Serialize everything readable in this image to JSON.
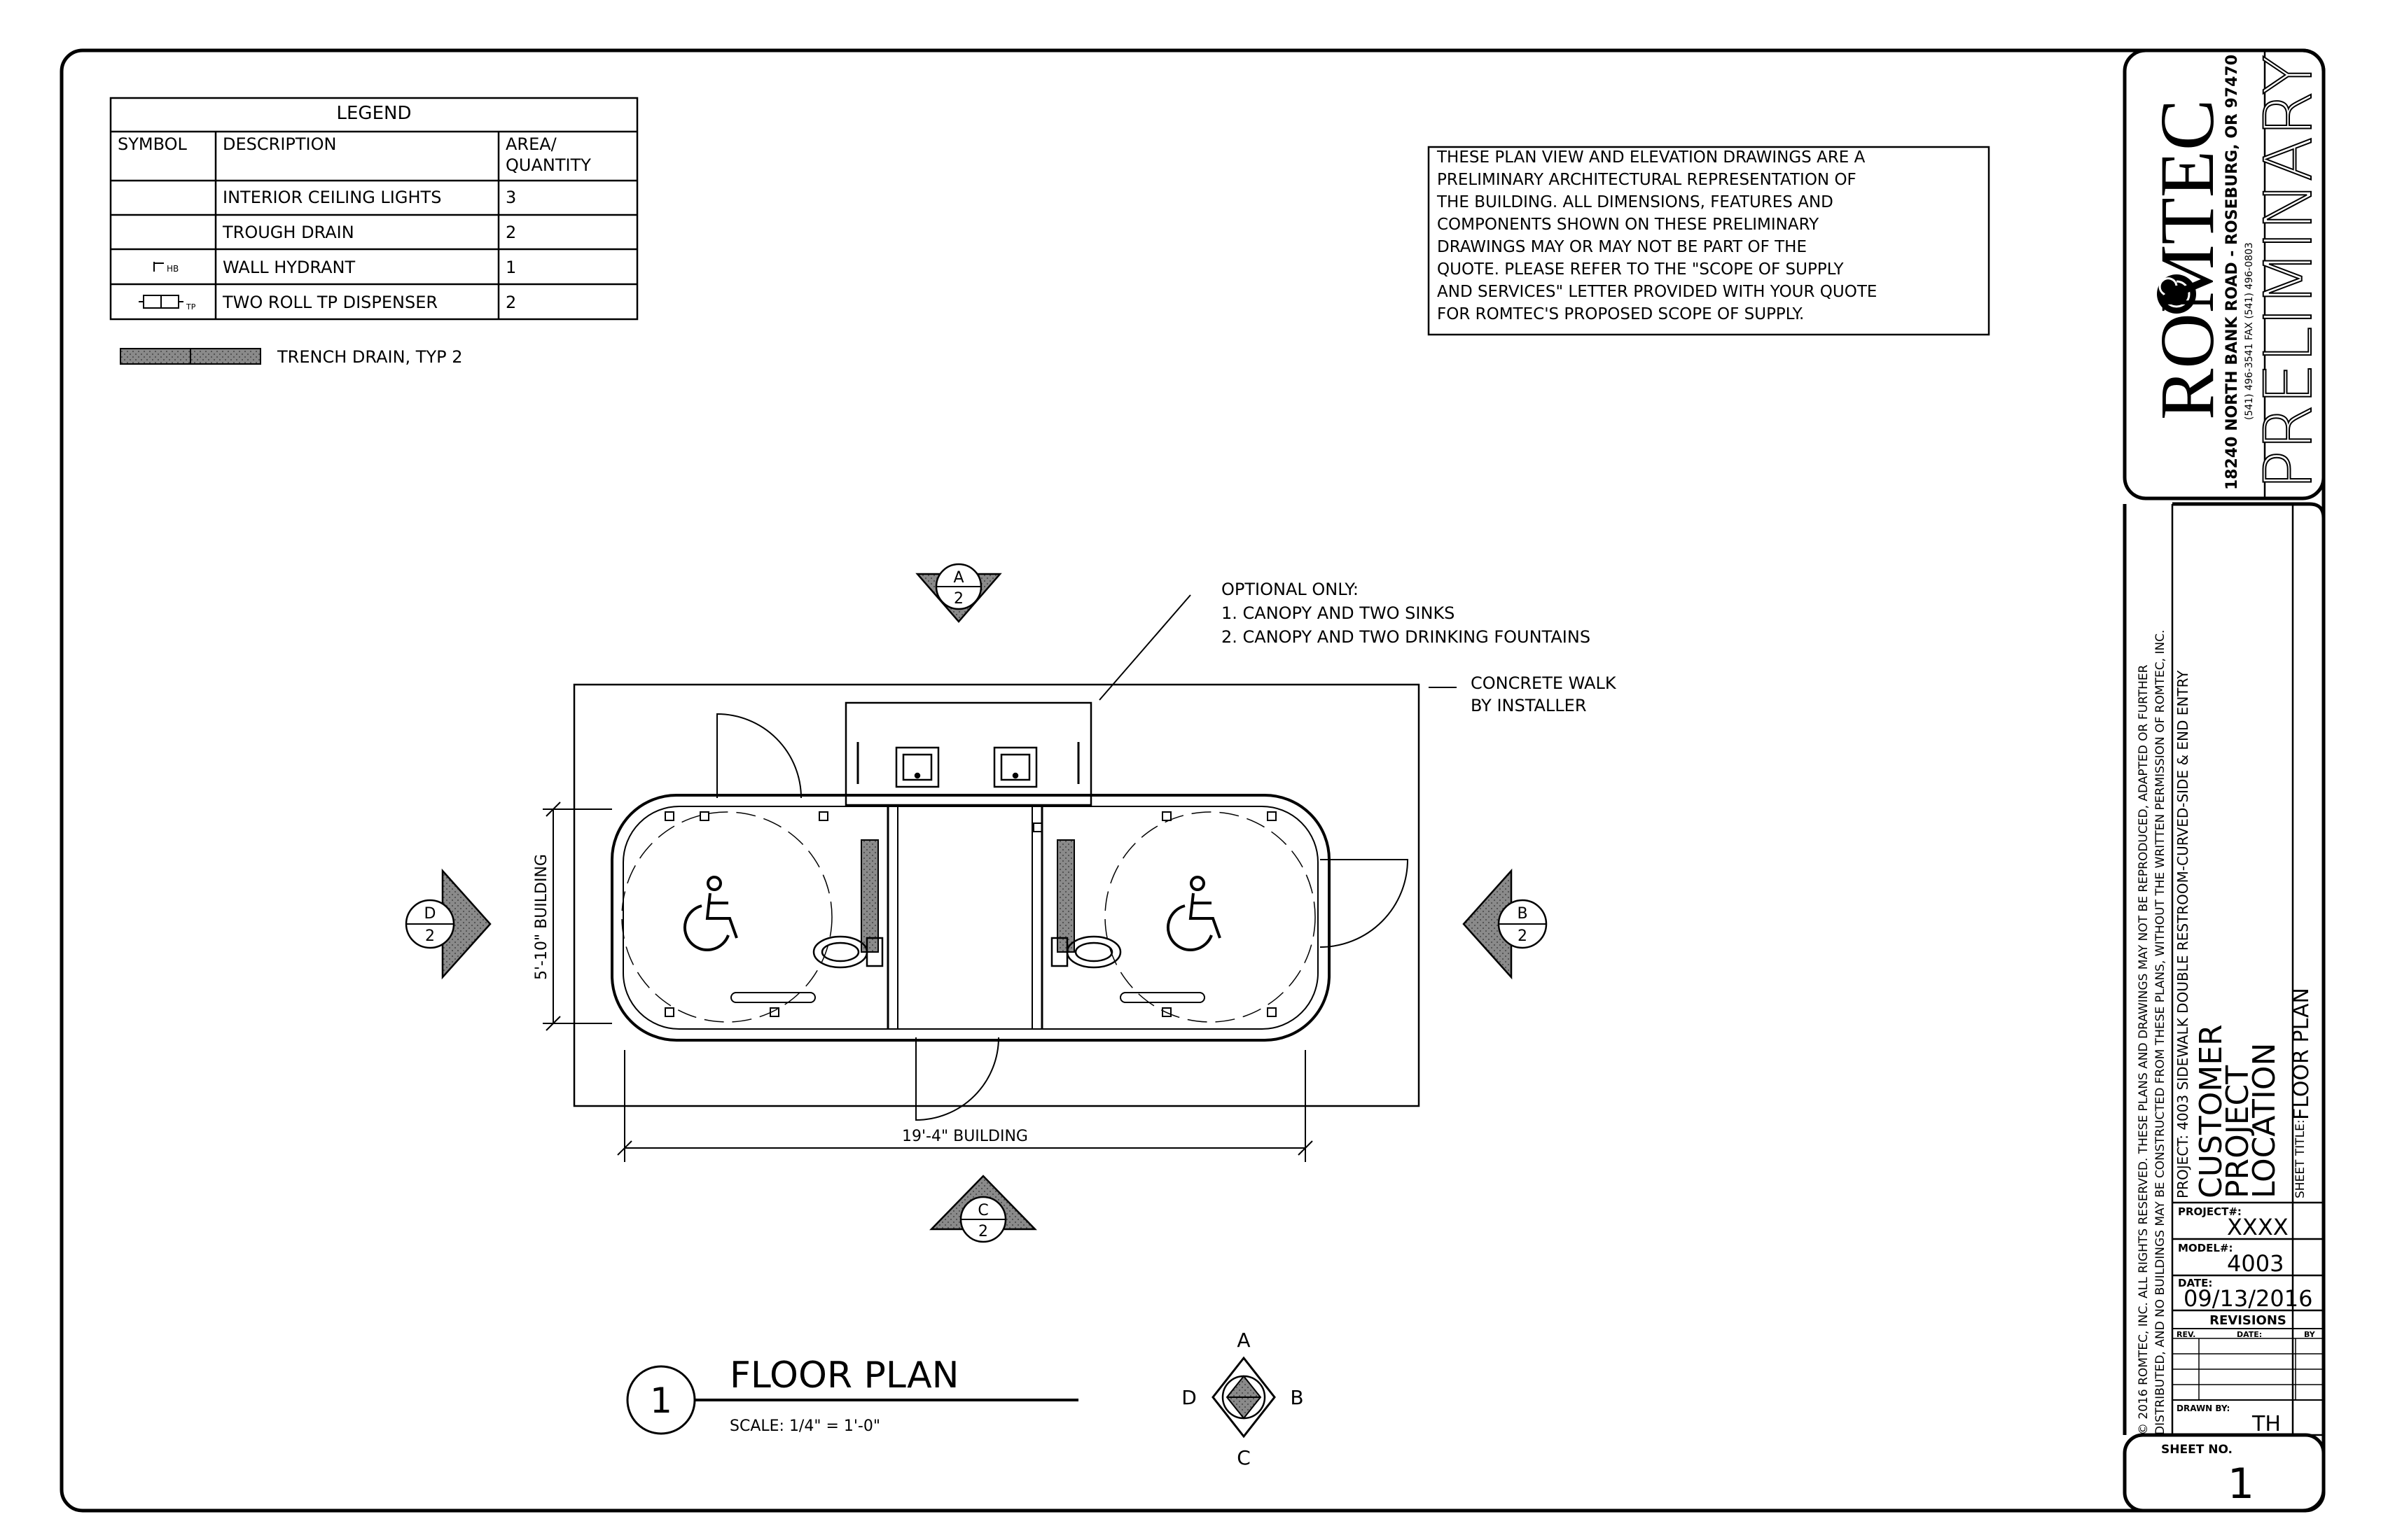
{
  "legend": {
    "title": "LEGEND",
    "headers": {
      "symbol": "SYMBOL",
      "description": "DESCRIPTION",
      "area1": "AREA/",
      "area2": "QUANTITY"
    },
    "rows": [
      {
        "symbol": "",
        "description": "INTERIOR CEILING LIGHTS",
        "qty": "3"
      },
      {
        "symbol": "",
        "description": "TROUGH DRAIN",
        "qty": "2"
      },
      {
        "symbol": "HB",
        "description": "WALL HYDRANT",
        "qty": "1"
      },
      {
        "symbol": "TP",
        "description": "TWO ROLL TP DISPENSER",
        "qty": "2"
      }
    ],
    "trench_label": "TRENCH DRAIN, TYP 2"
  },
  "disclaimer": [
    "THESE PLAN VIEW AND ELEVATION DRAWINGS ARE A",
    "PRELIMINARY ARCHITECTURAL REPRESENTATION OF",
    "THE BUILDING. ALL DIMENSIONS, FEATURES AND",
    "COMPONENTS SHOWN ON THESE PRELIMINARY",
    "DRAWINGS MAY OR MAY NOT BE PART OF THE",
    "QUOTE. PLEASE REFER TO THE \"SCOPE OF SUPPLY",
    "AND SERVICES\" LETTER PROVIDED WITH YOUR QUOTE",
    "FOR ROMTEC'S PROPOSED SCOPE OF SUPPLY."
  ],
  "notes": {
    "optional_title": "OPTIONAL ONLY:",
    "optional_1": "1. CANOPY AND TWO SINKS",
    "optional_2": "2. CANOPY AND TWO DRINKING FOUNTAINS",
    "walk_1": "CONCRETE WALK",
    "walk_2": "BY INSTALLER"
  },
  "dimensions": {
    "width": "19'-4\" BUILDING",
    "depth": "5'-10\" BUILDING"
  },
  "sections": [
    {
      "letter": "A",
      "sheet": "2"
    },
    {
      "letter": "B",
      "sheet": "2"
    },
    {
      "letter": "C",
      "sheet": "2"
    },
    {
      "letter": "D",
      "sheet": "2"
    }
  ],
  "compass": {
    "n": "A",
    "e": "B",
    "s": "C",
    "w": "D"
  },
  "drawing_title": {
    "number": "1",
    "title": "FLOOR PLAN",
    "scale": "SCALE: 1/4\" = 1'-0\""
  },
  "title_block": {
    "logo": "ROMTEC",
    "address": "18240 NORTH BANK ROAD - ROSEBURG, OR 97470",
    "phone": "(541) 496-3541     FAX (541) 496-0803",
    "preliminary": "PRELIMINARY",
    "copyright_1": "© 2016 ROMTEC, INC.  ALL RIGHTS RESERVED.  THESE PLANS AND DRAWINGS MAY NOT BE REPRODUCED, ADAPTED OR FURTHER",
    "copyright_2": "DISTRIBUTED, AND NO BUILDINGS MAY BE CONSTRUCTED FROM THESE PLANS, WITHOUT THE WRITTEN PERMISSION OF ROMTEC, INC.",
    "project_line": "PROJECT: 4003 SIDEWALK DOUBLE RESTROOM-CURVED-SIDE & END ENTRY",
    "customer": "CUSTOMER",
    "project": "PROJECT",
    "location": "LOCATION",
    "sheet_title_label": "SHEET TITLE:",
    "sheet_title": "FLOOR PLAN",
    "project_no_label": "PROJECT#:",
    "project_no": "XXXX",
    "model_label": "MODEL#:",
    "model": "4003",
    "date_label": "DATE:",
    "date": "09/13/2016",
    "revisions": "REVISIONS",
    "rev": "REV.",
    "rev_date": "DATE:",
    "rev_by": "BY",
    "drawn_label": "DRAWN BY:",
    "drawn": "TH",
    "sheet_no_label": "SHEET NO.",
    "sheet_no": "1"
  }
}
